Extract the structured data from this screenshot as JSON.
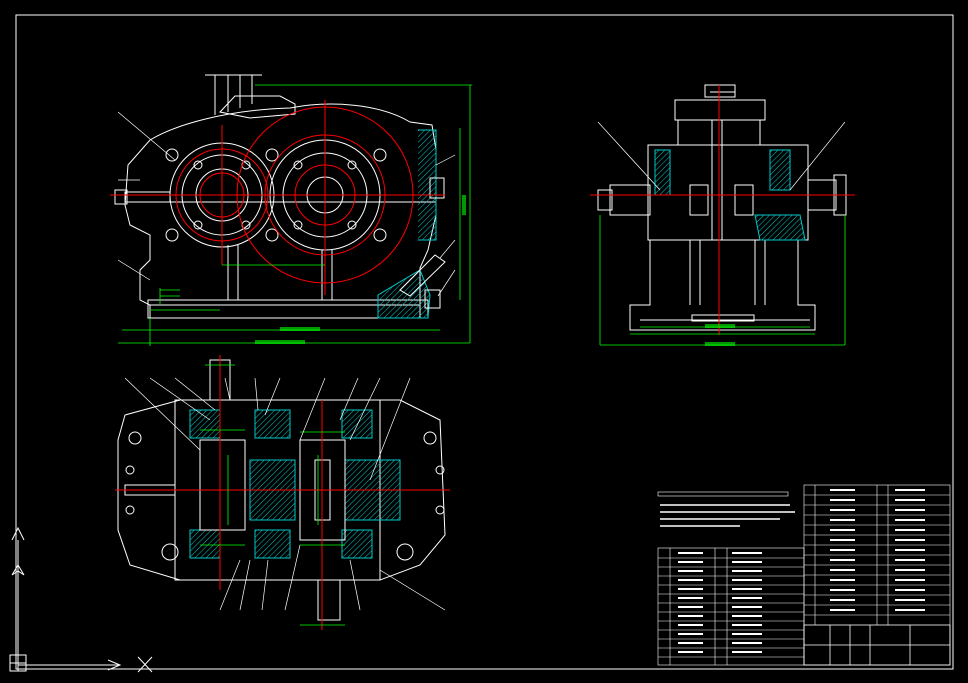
{
  "drawing": {
    "sheet_code": "",
    "title_block_text": "",
    "technical_requirements_heading": ""
  },
  "colors": {
    "background": "#000000",
    "outline": "#ffffff",
    "dimension": "#00ff00",
    "centerline": "#ff0000",
    "hatch": "#00c8c8",
    "callout": "#ffffff"
  },
  "views": [
    {
      "name": "front-view"
    },
    {
      "name": "side-view"
    },
    {
      "name": "top-section-view"
    }
  ],
  "ucs_icon": {
    "axes": [
      "x",
      "y"
    ]
  }
}
